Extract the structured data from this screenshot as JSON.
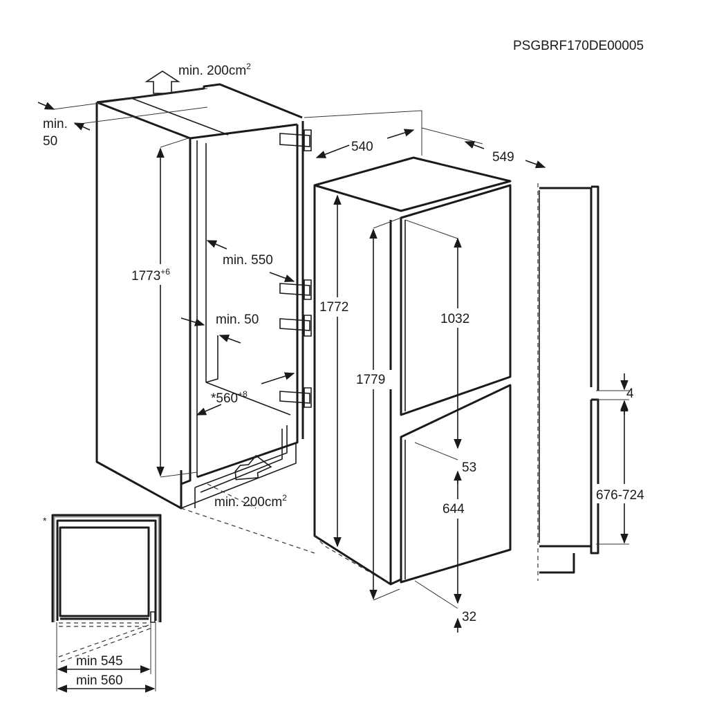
{
  "drawing_code": "PSGBRF170DE00005",
  "niche": {
    "top_vent": {
      "text": "min. 200cm",
      "sup": "2"
    },
    "rear_gap": {
      "line1": "min.",
      "line2": "50"
    },
    "height": {
      "text": "1773",
      "sup": "+6"
    },
    "depth": "min. 550",
    "side_gap": "min. 50",
    "width": {
      "text": "*560",
      "sup": "+8"
    },
    "bottom_vent": {
      "text": "min. 200cm",
      "sup": "2"
    }
  },
  "appliance": {
    "width": "540",
    "depth": "549",
    "cabinet_height": "1772",
    "total_height": "1779",
    "upper_door": "1032",
    "door_gap": "53",
    "lower_door": "644",
    "bottom_offset": "32"
  },
  "side_profile": {
    "gap": "4",
    "lower_door_range": "676-724"
  },
  "plan_view": {
    "footnote_mark": "*",
    "min_545": "min 545",
    "min_560": "min 560"
  }
}
